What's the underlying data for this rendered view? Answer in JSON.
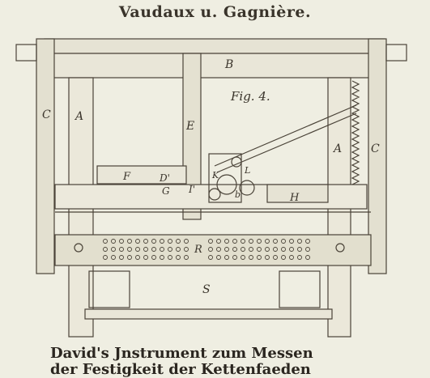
{
  "header": {
    "title": "Vaudaux u. Gagnière."
  },
  "figure": {
    "label": "Fig. 4."
  },
  "caption": {
    "line1": "David's Jnstrument zum Messen",
    "line2": "der Festigkeit der Kettenfaeden"
  },
  "labels": {
    "B": "B",
    "C_left": "C",
    "C_right": "C",
    "A_left": "A",
    "A_right": "A",
    "E": "E",
    "F": "F",
    "D_prime": "D'",
    "G": "G",
    "I_prime": "I'",
    "H": "H",
    "S": "S",
    "R": "R",
    "K": "K",
    "L": "L",
    "b": "b",
    "s": "S"
  },
  "colors": {
    "paper": "#efeee2",
    "ink": "#3a342b"
  }
}
